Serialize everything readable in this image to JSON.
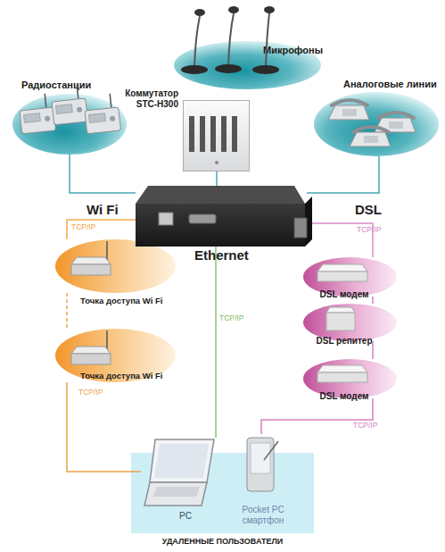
{
  "diagram": {
    "nodes": [
      {
        "text": [
          "Микрофоны"
        ]
      },
      {
        "text": [
          "Радиостанции"
        ]
      },
      {
        "text": [
          "Коммутатор STC-H300"
        ]
      },
      {
        "text": [
          "Аналоговые линии"
        ]
      },
      {
        "text": [
          "Точка доступа Wi Fi"
        ]
      },
      {
        "text": [
          "DSL модем"
        ]
      },
      {
        "text": [
          "DSL репитер"
        ]
      },
      {
        "text": [
          "Точка доступа Wi Fi"
        ]
      },
      {
        "text": [
          "DSL модем"
        ]
      },
      {
        "text": [
          "УДАЛЕННЫЕ ПОЛЬЗОВАТЕЛИ"
        ]
      },
      {
        "text": [
          "PC"
        ],
        "in": 9
      },
      {
        "text": [
          "Pocket PC смартфон"
        ],
        "in": 9
      }
    ],
    "edges": [
      {
        "from": 4,
        "to": 7,
        "arrow": "none"
      },
      {
        "from": 7,
        "to": 10,
        "label": "TCP/IP",
        "arrow": "none"
      },
      {
        "from": 5,
        "to": 6,
        "arrow": "none"
      },
      {
        "from": 6,
        "to": 8,
        "arrow": "none"
      },
      {
        "from": 8,
        "to": 11,
        "label": "TCP/IP",
        "arrow": "none"
      }
    ],
    "labels": [
      "Wi Fi",
      "TCP/IP",
      "Ethernet",
      "TCP/IP",
      "DSL",
      "TCP/IP"
    ]
  }
}
